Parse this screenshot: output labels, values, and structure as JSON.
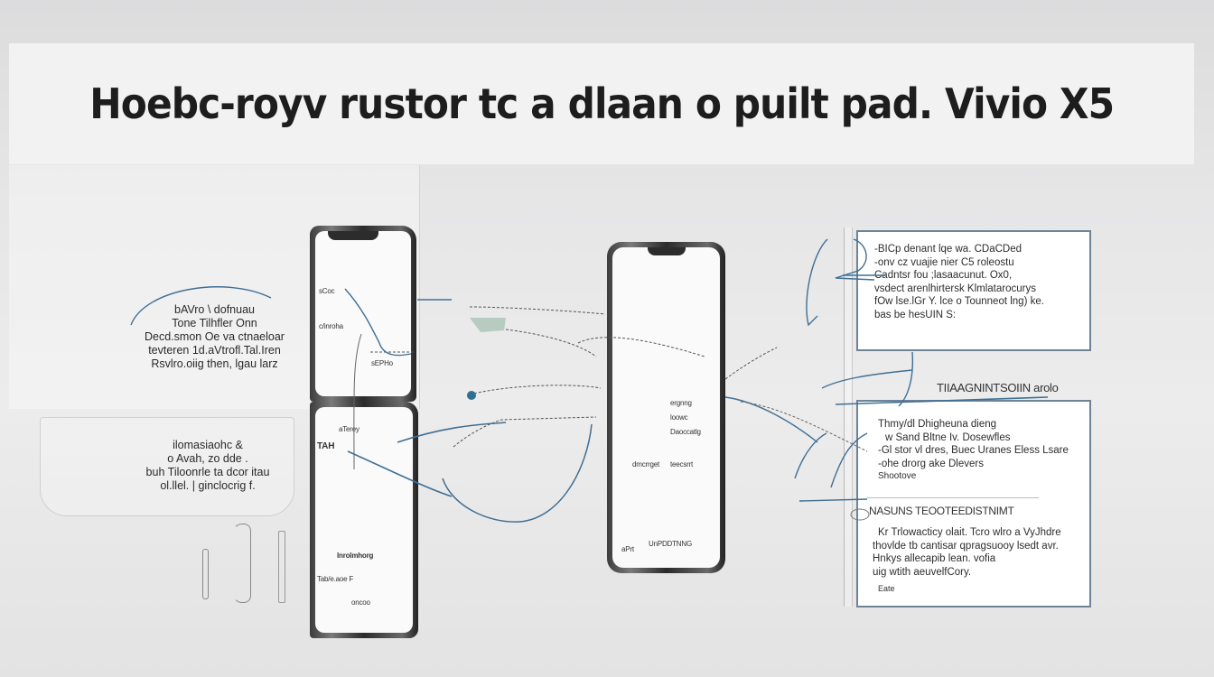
{
  "title": "Hoebc-royv rustor tc a dlaan o puilt pad. Vivio X5",
  "left_notes": [
    {
      "id": "upper",
      "lines": [
        "bAVro    \\ dofnuau",
        "Tone Tilhfler     Onn",
        "Decd.smon Oe va ctnaeloar",
        "tevteren 1d.aVtrofl.Tal.Iren",
        "Rsvlro.oiig then, lgau larz"
      ]
    },
    {
      "id": "lower",
      "lines": [
        "ilomasiaohc &",
        "o Avah, zo dde .",
        "buh Tiloonrle ta dcor itau",
        "ol.llel. | ginclocrig f."
      ]
    }
  ],
  "phones": {
    "left_top": {
      "labels": [
        "sCoc",
        "c/inroha",
        "sEPHo"
      ]
    },
    "left_bottom": {
      "labels": [
        "aTerey",
        "TAH",
        "lnrolmhorg",
        "Tab/e.aoe F",
        "oncoo"
      ]
    },
    "center": {
      "labels": [
        "ergnng",
        "loowc",
        "Daoccatlg",
        "dmcrrget",
        "teecsrrt",
        "UnPDDTNNG",
        "aPrt"
      ]
    }
  },
  "right_cards": [
    {
      "id": "card-top",
      "heading": "",
      "lines": [
        "-BICp denant lqe wa. CDaCDed",
        "-onv cz vuajie nier C5 roleostu",
        "Cadntsr fou ;lasaacunut. Ox0,",
        "vsdect arenlhirtersk Klmlatarocurys",
        "fOw lse.lGr Y. lce o Tounneot lng) ke.",
        "bas be hesUIN S:"
      ]
    },
    {
      "id": "card-middle",
      "heading": "TIIAAGNINTSOIIN arolo",
      "lines": [
        "Thmy/dl Dhigheuna dieng",
        "w Sand Bltne Iv. Dosewfles",
        "-Gl stor vl dres, Buec Uranes Eless Lsare",
        "-ohe drorg ake Dlevers",
        "Shootove"
      ]
    },
    {
      "id": "card-bottom",
      "heading": "NASUNS TEOOTEEDISTNIMT",
      "lines": [
        "Kr Trlowacticy olait. Tcro wlro a VyJhdre",
        "thovlde tb cantisar qpragsuooy lsedt avr.",
        "Hnkys allecapib lean. vofia",
        "uig wtith aeuvelfCory.",
        "Eate"
      ]
    }
  ],
  "colors": {
    "background": "#e6e6e7",
    "banner": "#f2f2f2",
    "title_text": "#1d1d1d",
    "annotation_blue": "#2f5f84",
    "card_border": "#6d8397",
    "phone_frame": "#3a3a3a"
  }
}
